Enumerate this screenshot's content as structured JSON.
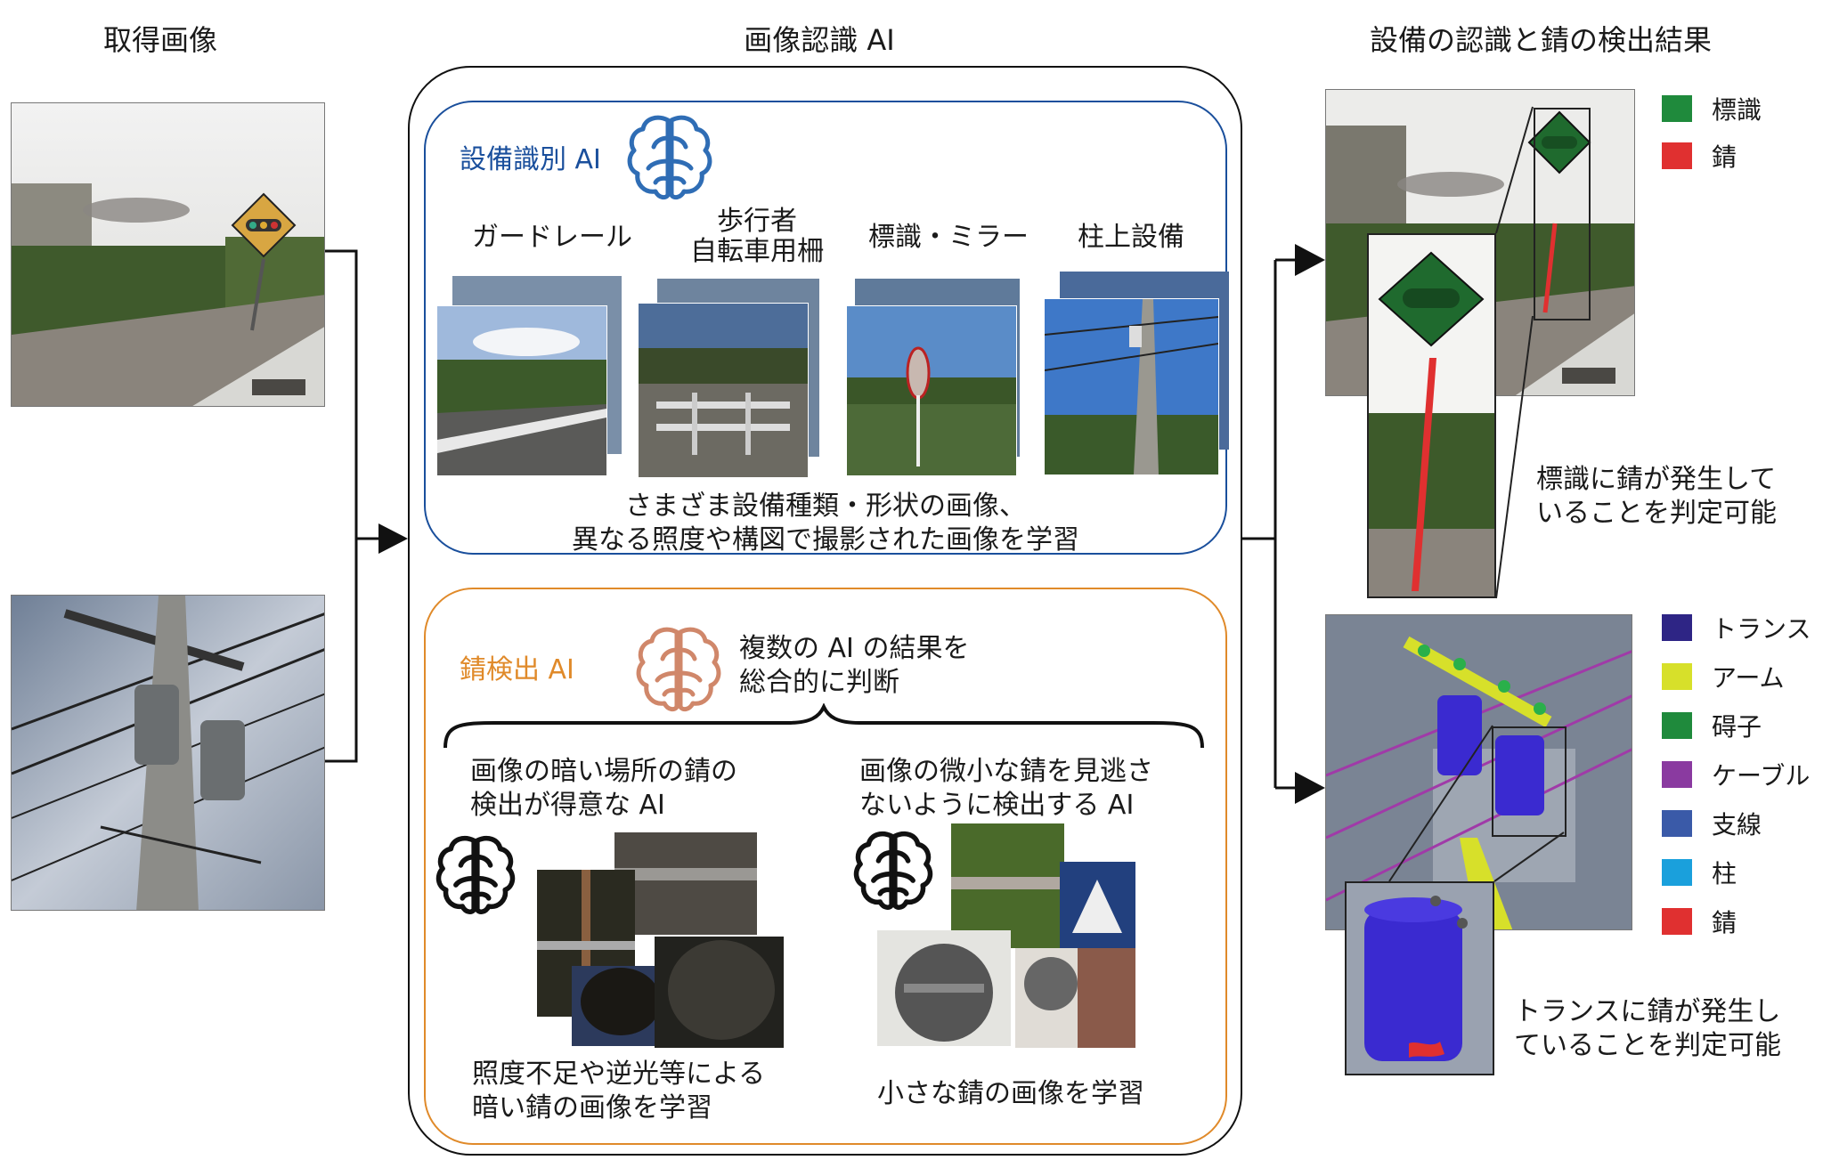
{
  "columns": {
    "input_title": "取得画像",
    "ai_title": "画像認識 AI",
    "result_title": "設備の認識と錆の検出結果"
  },
  "equipment_ai": {
    "title": "設備識別 AI",
    "categories": [
      "ガードレール",
      "歩行者\n自転車用柵",
      "標識・ミラー",
      "柱上設備"
    ],
    "description_line1": "さまざま設備種類・形状の画像、",
    "description_line2": "異なる照度や構図で撮影された画像を学習"
  },
  "rust_ai": {
    "title": "錆検出 AI",
    "combine_line1": "複数の AI の結果を",
    "combine_line2": "総合的に判断",
    "left_line1": "画像の暗い場所の錆の",
    "left_line2": "検出が得意な AI",
    "right_line1": "画像の微小な錆を見逃さ",
    "right_line2": "ないように検出する AI",
    "left_caption_line1": "照度不足や逆光等による",
    "left_caption_line2": "暗い錆の画像を学習",
    "right_caption": "小さな錆の画像を学習"
  },
  "result_top": {
    "legend": [
      {
        "label": "標識",
        "color": "#1f8a3c"
      },
      {
        "label": "錆",
        "color": "#e03030"
      }
    ],
    "note_line1": "標識に錆が発生して",
    "note_line2": "いることを判定可能"
  },
  "result_bottom": {
    "legend": [
      {
        "label": "トランス",
        "color": "#2e2585"
      },
      {
        "label": "アーム",
        "color": "#d7e02a"
      },
      {
        "label": "碍子",
        "color": "#1f8a3c"
      },
      {
        "label": "ケーブル",
        "color": "#8a3aa0"
      },
      {
        "label": "支線",
        "color": "#3a5aa8"
      },
      {
        "label": "柱",
        "color": "#1aa0dc"
      },
      {
        "label": "錆",
        "color": "#e03030"
      }
    ],
    "note_line1": "トランスに錆が発生し",
    "note_line2": "ていることを判定可能"
  },
  "colors": {
    "equipment_frame": "#1a4f9c",
    "rust_frame": "#e08a2a",
    "equipment_brain": "#2f6db5",
    "rust_brain": "#d0876a"
  }
}
